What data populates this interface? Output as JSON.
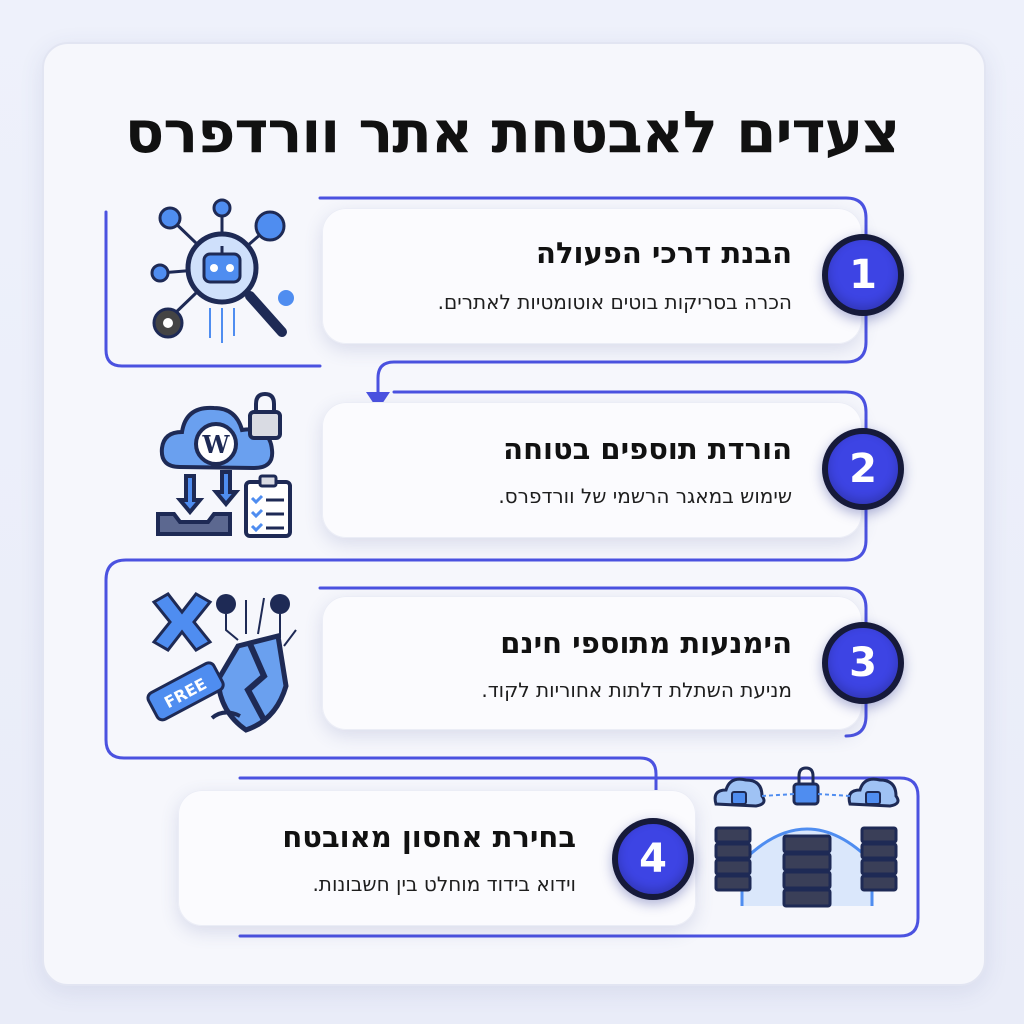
{
  "title": "צעדים לאבטחת אתר וורדפרס",
  "colors": {
    "accent": "#3d44e4",
    "badge_border": "#161a3a",
    "flow_line": "#4b52e0"
  },
  "steps": [
    {
      "number": "1",
      "heading": "הבנת דרכי הפעולה",
      "description": "הכרה בסריקות בוטים אוטומטיות לאתרים.",
      "icon": "bot-scan-network-icon"
    },
    {
      "number": "2",
      "heading": "הורדת תוספים בטוחה",
      "description": "שימוש במאגר הרשמי של וורדפרס.",
      "icon": "wordpress-cloud-lock-icon"
    },
    {
      "number": "3",
      "heading": "הימנעות מתוספי חינם",
      "description": "מניעת השתלת דלתות אחוריות לקוד.",
      "icon": "free-plugin-danger-icon",
      "tag_label": "FREE"
    },
    {
      "number": "4",
      "heading": "בחירת אחסון מאובטח",
      "description": "וידוא בידוד מוחלט בין חשבונות.",
      "icon": "isolated-hosting-servers-icon"
    }
  ]
}
